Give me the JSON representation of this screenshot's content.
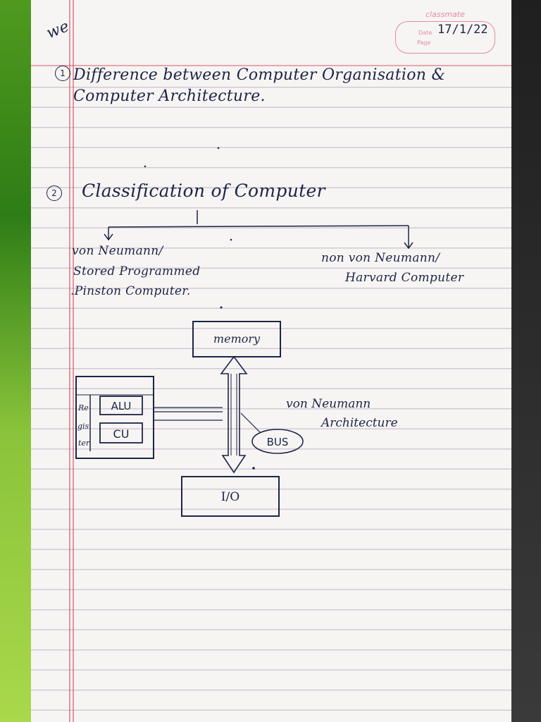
{
  "brand": "classmate",
  "date_box": {
    "date_label": "Date",
    "page_label": "Page",
    "date_value": "17/1/22"
  },
  "margin_note": "we",
  "items": [
    {
      "number": "1",
      "line1": "Difference between Computer Organisation &",
      "line2": "Computer Architecture."
    },
    {
      "number": "2",
      "line1": "Classification of Computer"
    }
  ],
  "classification": {
    "left": [
      "von Neumann/",
      "Stored Programmed",
      ".Pinston Computer."
    ],
    "right": [
      "non von Neumann/",
      "Harvard Computer"
    ]
  },
  "diagram": {
    "memory_label": "memory",
    "alu_label": "ALU",
    "cu_label": "CU",
    "register_label": [
      "Re",
      "gis",
      "ter"
    ],
    "bus_label": "BUS",
    "io_label": "I/O",
    "caption": [
      "von Neumann",
      "Architecture"
    ]
  }
}
